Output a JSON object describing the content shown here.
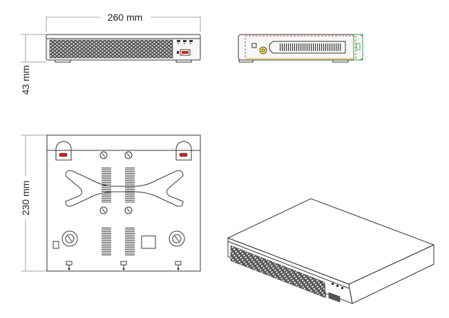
{
  "dimensions": {
    "width": "260 mm",
    "height": "43 mm",
    "depth": "230 mm"
  },
  "views": [
    "front-view",
    "side-view",
    "bottom-view",
    "isometric-view"
  ],
  "colors": {
    "line": "#333333",
    "dim_line": "#888888",
    "accent_red": "#cc2222",
    "accent_green": "#22aa44",
    "accent_yellow": "#d4b800",
    "usb_red": "#cc2222"
  }
}
